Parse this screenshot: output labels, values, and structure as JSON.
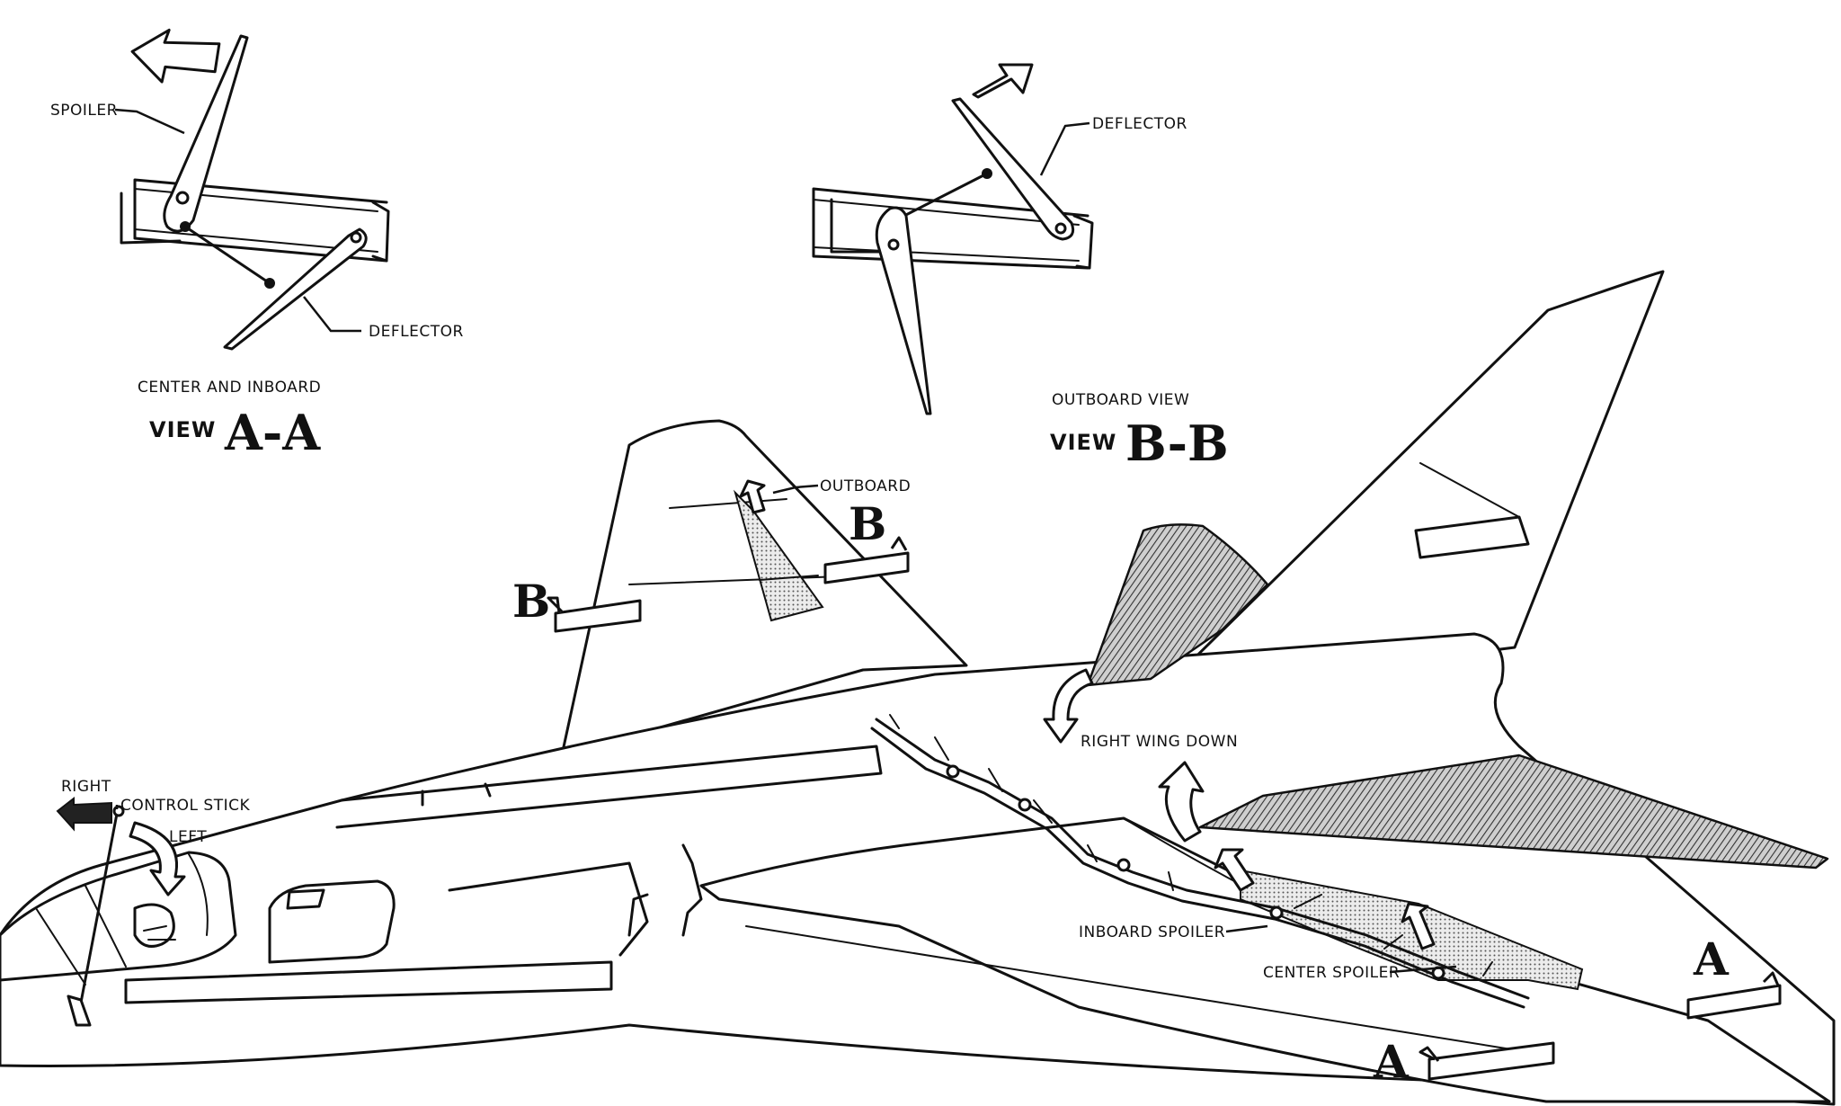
{
  "view_aa": {
    "spoiler_label": "SPOILER",
    "deflector_label": "DEFLECTOR",
    "subtitle": "CENTER AND INBOARD",
    "view_word": "VIEW",
    "section": "A-A"
  },
  "view_bb": {
    "deflector_label": "DEFLECTOR",
    "subtitle": "OUTBOARD VIEW",
    "view_word": "VIEW",
    "section": "B-B"
  },
  "aircraft": {
    "outboard_label": "OUTBOARD",
    "right_wing_down_label": "RIGHT WING DOWN",
    "right_label": "RIGHT",
    "control_stick_label": "CONTROL STICK",
    "left_label": "LEFT",
    "inboard_spoiler_label": "INBOARD SPOILER",
    "center_spoiler_label": "CENTER SPOILER"
  },
  "section_markers": {
    "b_left": "B",
    "b_right": "B",
    "a_left": "A",
    "a_right": "A"
  },
  "colors": {
    "ink": "#111111",
    "paper": "#ffffff",
    "shading": "#888888"
  }
}
